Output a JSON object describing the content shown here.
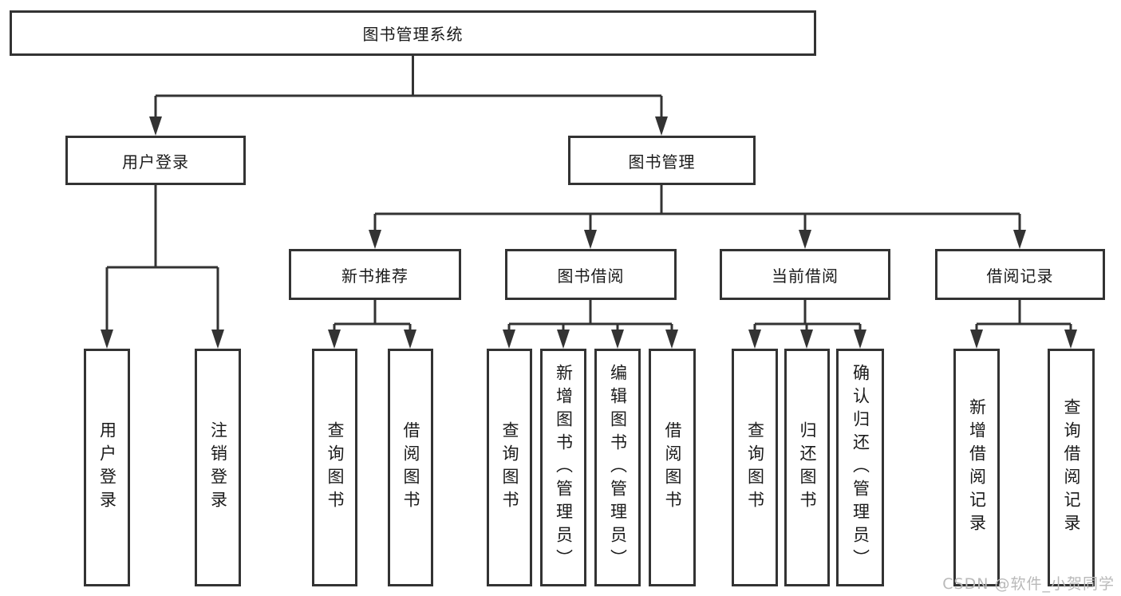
{
  "diagram": {
    "nodes": {
      "root": "图书管理系统",
      "user_login": "用户登录",
      "book_mgmt": "图书管理",
      "new_book": "新书推荐",
      "book_borrow": "图书借阅",
      "current_borrow": "当前借阅",
      "borrow_record": "借阅记录",
      "ul_login": "用户登录",
      "ul_logout": "注销登录",
      "nb_query": "查询图书",
      "nb_borrow": "借阅图书",
      "bb_query": "查询图书",
      "bb_add": "新增图书（管理员）",
      "bb_edit": "编辑图书（管理员）",
      "bb_borrow": "借阅图书",
      "cb_query": "查询图书",
      "cb_return": "归还图书",
      "cb_confirm": "确认归还（管理员）",
      "br_add": "新增借阅记录",
      "br_query": "查询借阅记录"
    },
    "colors": {
      "line": "#333333",
      "text": "#1a1a1a",
      "background": "#ffffff",
      "watermark": "#b9b9b9"
    }
  },
  "watermark": "CSDN @软件_小贺同学"
}
